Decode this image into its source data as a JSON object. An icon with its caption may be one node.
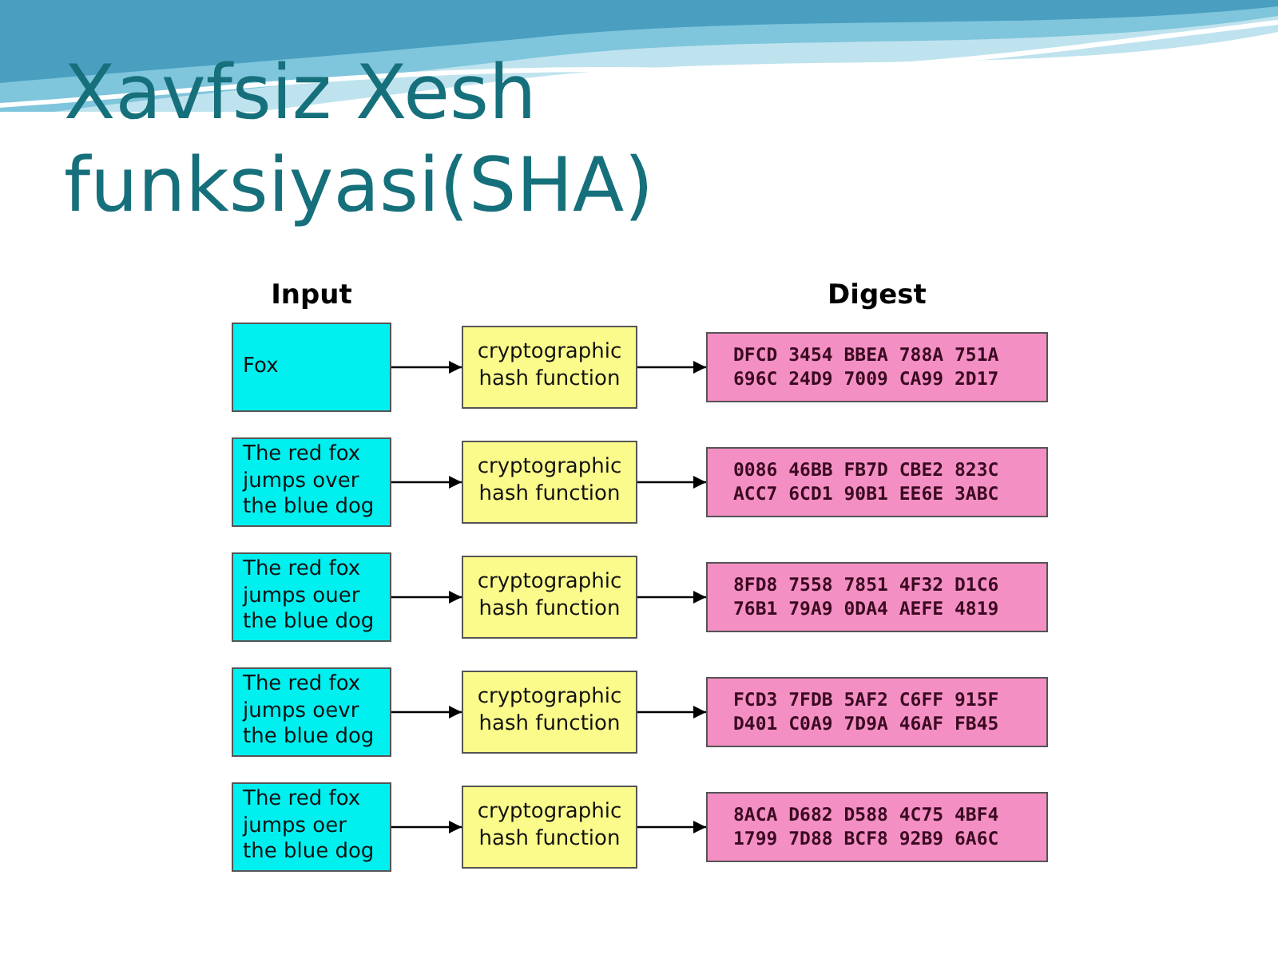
{
  "diagram": {
    "title": "Xavfsiz Xesh funksiyasi(SHA)",
    "nodes": [
      {
        "text": [
          "Fox"
        ]
      },
      {
        "text": [
          "cryptographic hash function"
        ]
      },
      {
        "text": [
          "DFCD 3454 BBEA 788A 751A 696C 24D9 7009 CA99 2D17"
        ]
      },
      {
        "text": [
          "The red fox jumps over the blue dog"
        ]
      },
      {
        "text": [
          "cryptographic hash function"
        ]
      },
      {
        "text": [
          "0086 46BB FB7D CBE2 823C ACC7 6CD1 90B1 EE6E 3ABC"
        ]
      },
      {
        "text": [
          "The red fox jumps ouer the blue dog"
        ]
      },
      {
        "text": [
          "cryptographic hash function"
        ]
      },
      {
        "text": [
          "8FD8 7558 7851 4F32 D1C6 76B1 79A9 0DA4 AEFE 4819"
        ]
      },
      {
        "text": [
          "The red fox jumps oevr the blue dog"
        ]
      },
      {
        "text": [
          "cryptographic hash function"
        ]
      },
      {
        "text": [
          "FCD3 7FDB 5AF2 C6FF 915F D401 C0A9 7D9A 46AF FB45"
        ]
      },
      {
        "text": [
          "The red fox jumps oer the blue dog"
        ]
      },
      {
        "text": [
          "cryptographic hash function"
        ]
      },
      {
        "text": [
          "8ACA D682 D588 4C75 4BF4 1799 7D88 BCF8 92B9 6A6C"
        ]
      }
    ],
    "edges": [
      {
        "from": 0,
        "to": 1,
        "arrow": "to"
      },
      {
        "from": 1,
        "to": 2,
        "arrow": "to"
      },
      {
        "from": 3,
        "to": 4,
        "arrow": "to"
      },
      {
        "from": 4,
        "to": 5,
        "arrow": "to"
      },
      {
        "from": 6,
        "to": 7,
        "arrow": "to"
      },
      {
        "from": 7,
        "to": 8,
        "arrow": "to"
      },
      {
        "from": 9,
        "to": 10,
        "arrow": "to"
      },
      {
        "from": 10,
        "to": 11,
        "arrow": "to"
      },
      {
        "from": 12,
        "to": 13,
        "arrow": "to"
      },
      {
        "from": 13,
        "to": 14,
        "arrow": "to"
      }
    ],
    "labels": [
      "Input",
      "Digest"
    ]
  }
}
